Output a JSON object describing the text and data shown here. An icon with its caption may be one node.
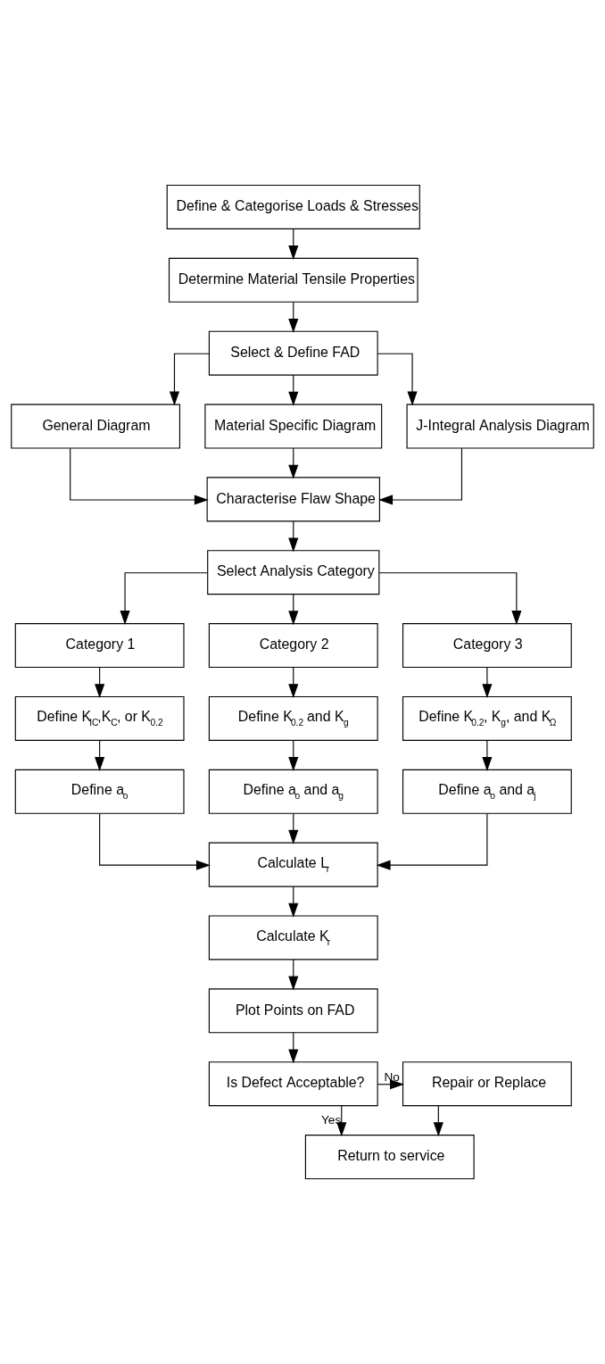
{
  "diagram": {
    "nodes": [
      {
        "text": [
          "Define & Categorise Loads & Stresses"
        ]
      },
      {
        "text": [
          "Determine Material Tensile Properties"
        ]
      },
      {
        "text": [
          "Select & Define FAD"
        ]
      },
      {
        "text": [
          "General Diagram"
        ]
      },
      {
        "text": [
          "Material Specific Diagram"
        ]
      },
      {
        "text": [
          "J-Integral Analysis Diagram"
        ]
      },
      {
        "text": [
          "Characterise Flaw Shape"
        ]
      },
      {
        "text": [
          "Select Analysis Category"
        ]
      },
      {
        "text": [
          "Category 1"
        ]
      },
      {
        "text": [
          "Category 2"
        ]
      },
      {
        "text": [
          "Category 3"
        ]
      },
      {
        "text": [
          "Define K$_{IC}$,K$_{C}$, or K$_{0.2}$"
        ]
      },
      {
        "text": [
          "Define K$_{0.2}$ and K$_{g}$"
        ]
      },
      {
        "text": [
          "Define K$_{0.2}$, K$_{g}$, and K$_{Ω}$"
        ]
      },
      {
        "text": [
          "Define a$_{o}$"
        ]
      },
      {
        "text": [
          "Define a$_{o}$ and a$_{g}$"
        ]
      },
      {
        "text": [
          "Define a$_{o}$ and a$_{j}$"
        ]
      },
      {
        "text": [
          "Calculate L$_{r}$"
        ]
      },
      {
        "text": [
          "Calculate K$_{r}$"
        ]
      },
      {
        "text": [
          "Plot Points on FAD"
        ]
      },
      {
        "text": [
          "Is Defect Acceptable?"
        ]
      },
      {
        "text": [
          "Repair or Replace"
        ]
      },
      {
        "text": [
          "Return to service"
        ]
      }
    ],
    "edges": [
      {
        "from": 0,
        "to": 1,
        "arrow": "to"
      },
      {
        "from": 1,
        "to": 2,
        "arrow": "to"
      },
      {
        "from": 2,
        "to": 3,
        "arrow": "to"
      },
      {
        "from": 2,
        "to": 4,
        "arrow": "to"
      },
      {
        "from": 2,
        "to": 5,
        "arrow": "to"
      },
      {
        "from": 3,
        "to": 6,
        "arrow": "to"
      },
      {
        "from": 4,
        "to": 6,
        "arrow": "to"
      },
      {
        "from": 5,
        "to": 6,
        "arrow": "to"
      },
      {
        "from": 6,
        "to": 7,
        "arrow": "to"
      },
      {
        "from": 7,
        "to": 8,
        "arrow": "to"
      },
      {
        "from": 7,
        "to": 9,
        "arrow": "to"
      },
      {
        "from": 7,
        "to": 10,
        "arrow": "to"
      },
      {
        "from": 8,
        "to": 11,
        "arrow": "to"
      },
      {
        "from": 9,
        "to": 12,
        "arrow": "to"
      },
      {
        "from": 10,
        "to": 13,
        "arrow": "to"
      },
      {
        "from": 11,
        "to": 14,
        "arrow": "to"
      },
      {
        "from": 12,
        "to": 15,
        "arrow": "to"
      },
      {
        "from": 13,
        "to": 16,
        "arrow": "to"
      },
      {
        "from": 14,
        "to": 17,
        "arrow": "to"
      },
      {
        "from": 15,
        "to": 17,
        "arrow": "to"
      },
      {
        "from": 16,
        "to": 17,
        "arrow": "to"
      },
      {
        "from": 17,
        "to": 18,
        "arrow": "to"
      },
      {
        "from": 18,
        "to": 19,
        "arrow": "to"
      },
      {
        "from": 19,
        "to": 20,
        "arrow": "to"
      },
      {
        "from": 20,
        "to": 21,
        "label": "No",
        "arrow": "to"
      },
      {
        "from": 20,
        "to": 22,
        "label": "Yes",
        "arrow": "to"
      },
      {
        "from": 21,
        "to": 22,
        "arrow": "to"
      }
    ]
  }
}
